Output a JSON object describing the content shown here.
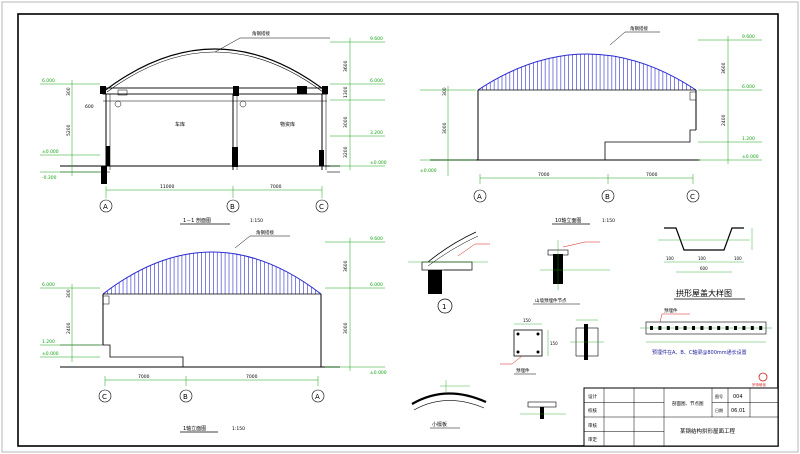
{
  "colors": {
    "line": "#000000",
    "dim": "#17a317",
    "roof": "#2a2ad0",
    "note": "#1a1a9a",
    "title": "#000000",
    "accent": "#d11a1a",
    "bg": "#ffffff"
  },
  "views": {
    "section": {
      "title": "1－1  剖面图",
      "scale": "1:150",
      "room_left": "车库",
      "room_right": "物资库",
      "roof_note": "角钢搭接",
      "dim_top": "9.600",
      "dim_mid": "6.000",
      "dim_low": "3.200",
      "dim_floor": "±0.000",
      "dim_ground": "-0.300",
      "dim_left_top": "6.000",
      "dim_left_low": "±0.000",
      "dim_span_left": "11000",
      "dim_span_right": "7000",
      "vert_dims": [
        "3600",
        "1300",
        "3000",
        "3200"
      ],
      "left_vert_dims": [
        "5200",
        "300"
      ],
      "small_dim": "600",
      "axes": [
        "A",
        "B",
        "C"
      ]
    },
    "elev10": {
      "title": "10轴立面图",
      "scale": "1:150",
      "roof_note": "角钢搭接",
      "dim_top": "9.600",
      "dim_mid": "6.000",
      "dim_low": "1.200",
      "dim_floor": "±0.000",
      "vert_dims": [
        "3600",
        "2400"
      ],
      "left_vert_dims": [
        "3000",
        "300"
      ],
      "span_left": "7000",
      "span_right": "7000",
      "axes": [
        "A",
        "B",
        "C"
      ]
    },
    "elev1": {
      "title": "1轴立面图",
      "scale": "1:150",
      "roof_note": "角钢搭接",
      "dim_top": "9.600",
      "dim_mid": "6.000",
      "dim_low": "1.200",
      "dim_floor": "±0.000",
      "vert_dims": [
        "3600",
        "3000"
      ],
      "left_vert_dims": [
        "2400",
        "300"
      ],
      "span_left": "7000",
      "span_right": "7000",
      "axes": [
        "C",
        "B",
        "A"
      ]
    }
  },
  "details": {
    "node1_label": "1",
    "node_wall_title": "山墙预埋件节点",
    "embed_title": "预埋件",
    "profile_title": "拱形屋盖大样图",
    "profile_dims": [
      "100",
      "100",
      "100",
      "600"
    ],
    "arch_plate_title": "小檩板",
    "embed_plan_title": "预埋件",
    "embed_note": "预埋件在A、B、C轴梁@800mm通长设置",
    "embed_dims": [
      "150",
      "150"
    ]
  },
  "title_block": {
    "rows": [
      "设计",
      "校核",
      "审核",
      "审定"
    ],
    "drawing_name": "剖面图、节点图",
    "label_no": "图号",
    "label_date": "日期",
    "drawing_no": "004",
    "date": "06.01",
    "project": "某钢结构拱形屋面工程",
    "logo_text": "宗申研创"
  }
}
